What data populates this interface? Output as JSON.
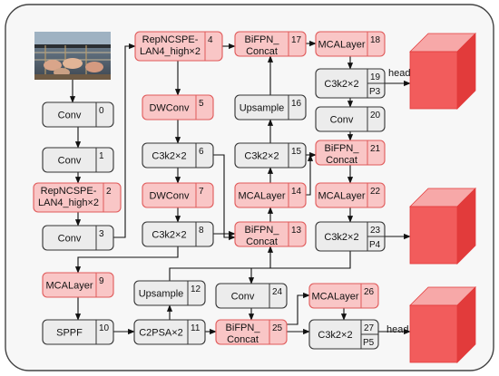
{
  "diagram": {
    "head_label": "head",
    "colors": {
      "red_fill": "#f9c6c6",
      "red_stroke": "#e05a5a",
      "gray_fill": "#ececec",
      "gray_stroke": "#333333",
      "cube_front": "#f25c5c",
      "cube_top": "#f7a8a8",
      "cube_side": "#e23b3b"
    },
    "photo": {
      "name": "input-image",
      "description_icon": "camera-photo"
    },
    "modules": [
      {
        "id": "m0",
        "color": "gray",
        "lines": [
          "Conv"
        ],
        "idx": "0"
      },
      {
        "id": "m1",
        "color": "gray",
        "lines": [
          "Conv"
        ],
        "idx": "1"
      },
      {
        "id": "m2",
        "color": "red",
        "lines": [
          "RepNCSPE-",
          "LAN4_high×2"
        ],
        "idx": "2"
      },
      {
        "id": "m3",
        "color": "gray",
        "lines": [
          "Conv"
        ],
        "idx": "3"
      },
      {
        "id": "m4",
        "color": "red",
        "lines": [
          "RepNCSPE-",
          "LAN4_high×2"
        ],
        "idx": "4"
      },
      {
        "id": "m5",
        "color": "red",
        "lines": [
          "DWConv"
        ],
        "idx": "5"
      },
      {
        "id": "m6",
        "color": "gray",
        "lines": [
          "C3k2×2"
        ],
        "idx": "6"
      },
      {
        "id": "m7",
        "color": "red",
        "lines": [
          "DWConv"
        ],
        "idx": "7"
      },
      {
        "id": "m8",
        "color": "gray",
        "lines": [
          "C3k2×2"
        ],
        "idx": "8"
      },
      {
        "id": "m9",
        "color": "red",
        "lines": [
          "MCALayer"
        ],
        "idx": "9"
      },
      {
        "id": "m10",
        "color": "gray",
        "lines": [
          "SPPF"
        ],
        "idx": "10"
      },
      {
        "id": "m11",
        "color": "gray",
        "lines": [
          "C2PSA×2"
        ],
        "idx": "11"
      },
      {
        "id": "m12",
        "color": "gray",
        "lines": [
          "Upsample"
        ],
        "idx": "12"
      },
      {
        "id": "m13",
        "color": "red",
        "lines": [
          "BiFPN_",
          "Concat"
        ],
        "idx": "13"
      },
      {
        "id": "m14",
        "color": "red",
        "lines": [
          "MCALayer"
        ],
        "idx": "14"
      },
      {
        "id": "m15",
        "color": "gray",
        "lines": [
          "C3k2×2"
        ],
        "idx": "15"
      },
      {
        "id": "m16",
        "color": "gray",
        "lines": [
          "Upsample"
        ],
        "idx": "16"
      },
      {
        "id": "m17",
        "color": "red",
        "lines": [
          "BiFPN_",
          "Concat"
        ],
        "idx": "17"
      },
      {
        "id": "m18",
        "color": "red",
        "lines": [
          "MCALayer"
        ],
        "idx": "18"
      },
      {
        "id": "m19",
        "color": "gray",
        "lines": [
          "C3k2×2"
        ],
        "idx": "19",
        "sub": "P3"
      },
      {
        "id": "m20",
        "color": "gray",
        "lines": [
          "Conv"
        ],
        "idx": "20"
      },
      {
        "id": "m21",
        "color": "red",
        "lines": [
          "BiFPN_",
          "Concat"
        ],
        "idx": "21"
      },
      {
        "id": "m22",
        "color": "red",
        "lines": [
          "MCALayer"
        ],
        "idx": "22"
      },
      {
        "id": "m23",
        "color": "gray",
        "lines": [
          "C3k2×2"
        ],
        "idx": "23",
        "sub": "P4"
      },
      {
        "id": "m24",
        "color": "gray",
        "lines": [
          "Conv"
        ],
        "idx": "24"
      },
      {
        "id": "m25",
        "color": "red",
        "lines": [
          "BiFPN_",
          "Concat"
        ],
        "idx": "25"
      },
      {
        "id": "m26",
        "color": "red",
        "lines": [
          "MCALayer"
        ],
        "idx": "26"
      },
      {
        "id": "m27",
        "color": "gray",
        "lines": [
          "C3k2×2"
        ],
        "idx": "27",
        "sub": "P5"
      }
    ]
  }
}
